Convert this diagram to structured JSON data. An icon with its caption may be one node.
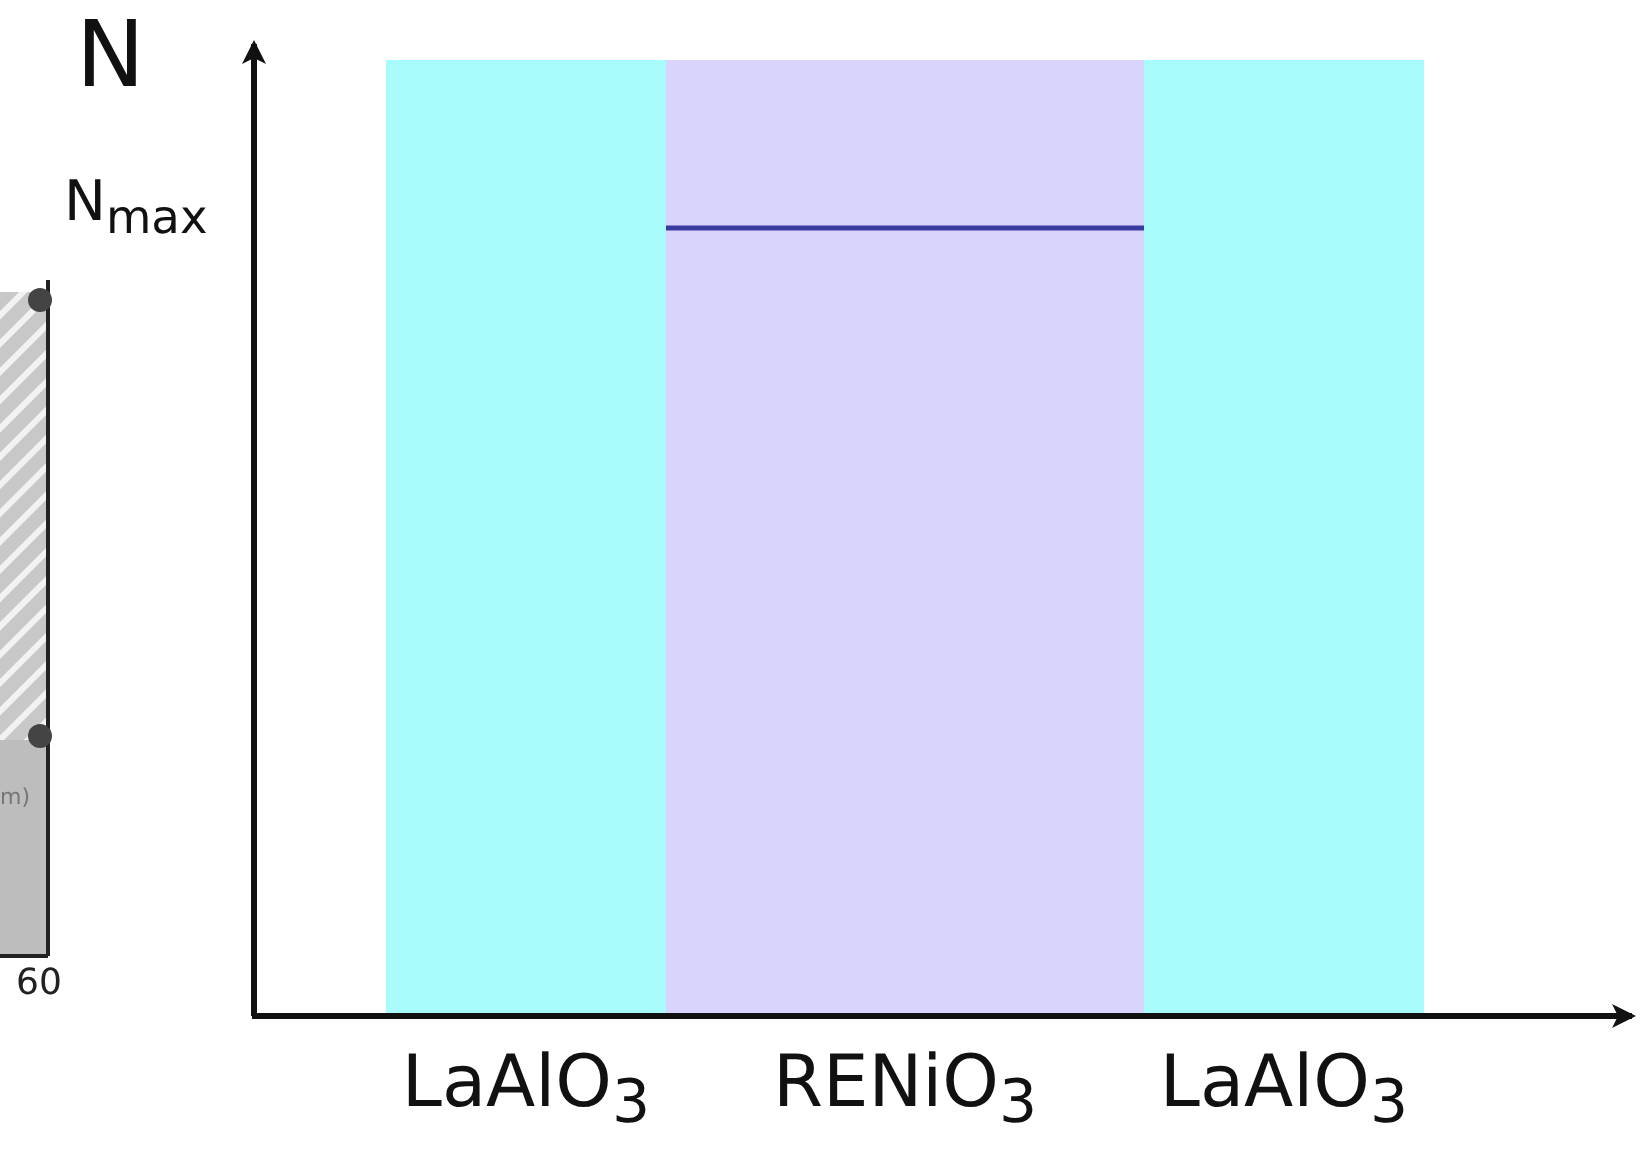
{
  "diagram": {
    "nodes": [
      {
        "text": [
          "LaAlO$_{3}$"
        ]
      },
      {
        "text": [
          "RENiO$_{3}$"
        ]
      },
      {
        "text": [
          "LaAlO$_{3}$"
        ]
      }
    ],
    "labels": [
      "N",
      "N$_{max}$",
      "m)",
      "60"
    ]
  }
}
